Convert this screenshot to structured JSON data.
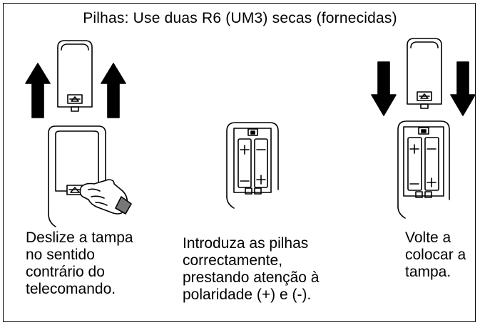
{
  "title": "Pilhas: Use duas R6 (UM3) secas (fornecidas)",
  "steps": [
    {
      "lines": [
        "Deslize a tampa",
        "no sentido",
        "contrário do",
        "telecomando."
      ]
    },
    {
      "lines": [
        "Introduza as pilhas",
        "correctamente,",
        "prestando atenção à",
        "polaridade (+) e (-)."
      ]
    },
    {
      "lines": [
        "Volte a",
        "colocar a",
        "tampa."
      ]
    }
  ],
  "colors": {
    "ink": "#000000",
    "paper": "#ffffff"
  },
  "icons": [
    "arrow-up-icon",
    "arrow-down-icon",
    "hand-icon",
    "battery-icon",
    "remote-control-icon",
    "battery-cover-icon"
  ]
}
